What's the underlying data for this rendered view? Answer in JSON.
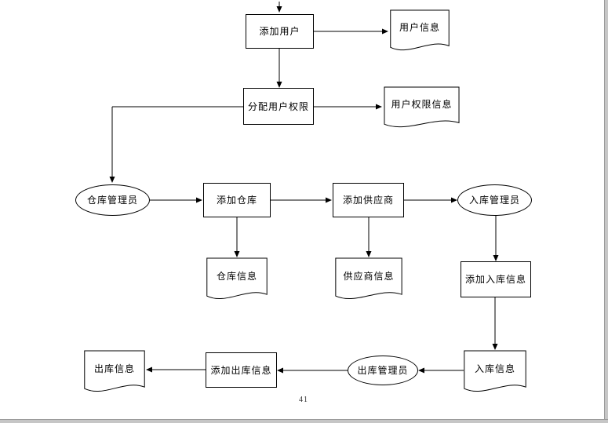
{
  "page": {
    "background": "#ffffff",
    "stroke_color": "#000000",
    "caption": "41"
  },
  "diagram": {
    "nodes": {
      "add_user": {
        "label": "添加用户",
        "type": "process"
      },
      "user_info": {
        "label": "用户信息",
        "type": "document"
      },
      "assign_permission": {
        "label": "分配用户权限",
        "type": "process"
      },
      "permission_info": {
        "label": "用户权限信息",
        "type": "document"
      },
      "warehouse_admin": {
        "label": "仓库管理员",
        "type": "terminator"
      },
      "add_warehouse": {
        "label": "添加仓库",
        "type": "process"
      },
      "add_supplier": {
        "label": "添加供应商",
        "type": "process"
      },
      "inbound_admin": {
        "label": "入库管理员",
        "type": "terminator"
      },
      "warehouse_info": {
        "label": "仓库信息",
        "type": "document"
      },
      "supplier_info": {
        "label": "供应商信息",
        "type": "document"
      },
      "add_inbound_info": {
        "label": "添加入库信息",
        "type": "process"
      },
      "inbound_info": {
        "label": "入库信息",
        "type": "document"
      },
      "outbound_admin": {
        "label": "出库管理员",
        "type": "terminator"
      },
      "add_outbound_info": {
        "label": "添加出库信息",
        "type": "process"
      },
      "outbound_info": {
        "label": "出库信息",
        "type": "document"
      }
    },
    "edges": [
      {
        "from": "start",
        "to": "add_user"
      },
      {
        "from": "add_user",
        "to": "user_info"
      },
      {
        "from": "add_user",
        "to": "assign_permission"
      },
      {
        "from": "assign_permission",
        "to": "permission_info"
      },
      {
        "from": "assign_permission",
        "to": "warehouse_admin"
      },
      {
        "from": "warehouse_admin",
        "to": "add_warehouse"
      },
      {
        "from": "add_warehouse",
        "to": "add_supplier"
      },
      {
        "from": "add_supplier",
        "to": "inbound_admin"
      },
      {
        "from": "add_warehouse",
        "to": "warehouse_info"
      },
      {
        "from": "add_supplier",
        "to": "supplier_info"
      },
      {
        "from": "inbound_admin",
        "to": "add_inbound_info"
      },
      {
        "from": "add_inbound_info",
        "to": "inbound_info"
      },
      {
        "from": "inbound_info",
        "to": "outbound_admin"
      },
      {
        "from": "outbound_admin",
        "to": "add_outbound_info"
      },
      {
        "from": "add_outbound_info",
        "to": "outbound_info"
      }
    ]
  }
}
